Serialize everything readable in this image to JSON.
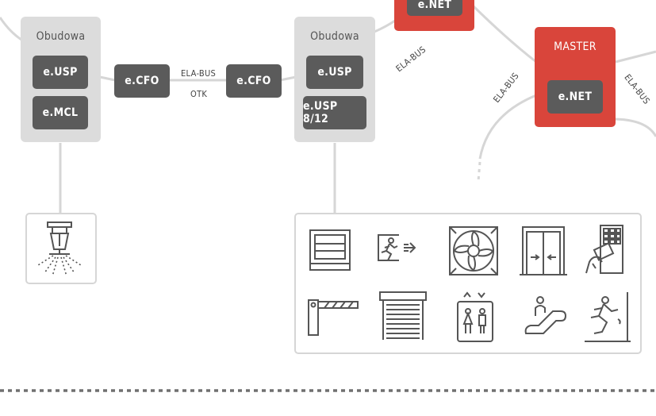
{
  "left_panel": {
    "title": "Obudowa",
    "modules": [
      "e.USP",
      "e.MCL"
    ]
  },
  "right_panel": {
    "title": "Obudowa",
    "modules": [
      "e.USP",
      "e.USP 8/12"
    ]
  },
  "cfo_left": "e.CFO",
  "cfo_right": "e.CFO",
  "link_labels": {
    "top": "ELA-BUS",
    "bottom": "OTK"
  },
  "top_red": {
    "module": "e.NET"
  },
  "master": {
    "title": "MASTER",
    "module": "e.NET"
  },
  "bus_labels": {
    "near_top_red": "ELA-BUS",
    "master_left": "ELA-BUS",
    "master_right": "ELA-BUS"
  },
  "colors": {
    "module": "#5b5b5b",
    "panel": "#dcdcdc",
    "accent": "#d9453b",
    "line": "#d6d6d6",
    "icon": "#555555"
  },
  "devices": [
    "sprinkler-icon",
    "control-panel-icon",
    "emergency-exit-icon",
    "fan-icon",
    "double-door-icon",
    "access-control-icon",
    "barrier-gate-icon",
    "roller-shutter-icon",
    "elevator-icon",
    "escalator-icon",
    "evacuation-door-icon"
  ]
}
